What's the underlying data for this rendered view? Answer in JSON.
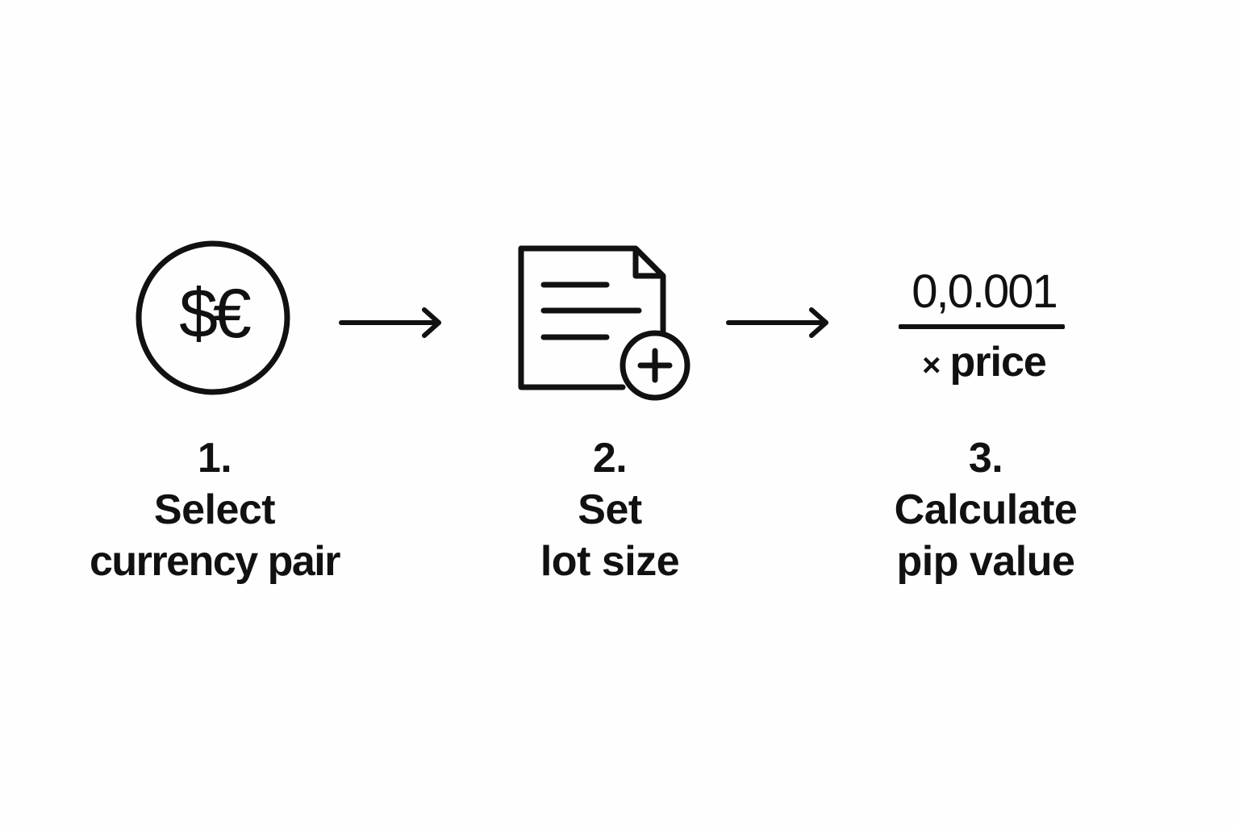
{
  "colors": {
    "ink": "#111111",
    "background": "#fefefe"
  },
  "steps": [
    {
      "number": "1.",
      "lines": [
        "Select",
        "currency pair"
      ],
      "icon": "currency-circle-icon",
      "icon_text": "$€"
    },
    {
      "number": "2.",
      "lines": [
        "Set",
        "lot size"
      ],
      "icon": "document-plus-icon"
    },
    {
      "number": "3.",
      "lines": [
        "Calculate",
        "pip value"
      ],
      "icon": "formula",
      "formula": {
        "numerator": "0,0.001",
        "times_symbol": "×",
        "denominator": "price"
      }
    }
  ],
  "arrows": [
    "arrow-right-icon",
    "arrow-right-icon"
  ]
}
